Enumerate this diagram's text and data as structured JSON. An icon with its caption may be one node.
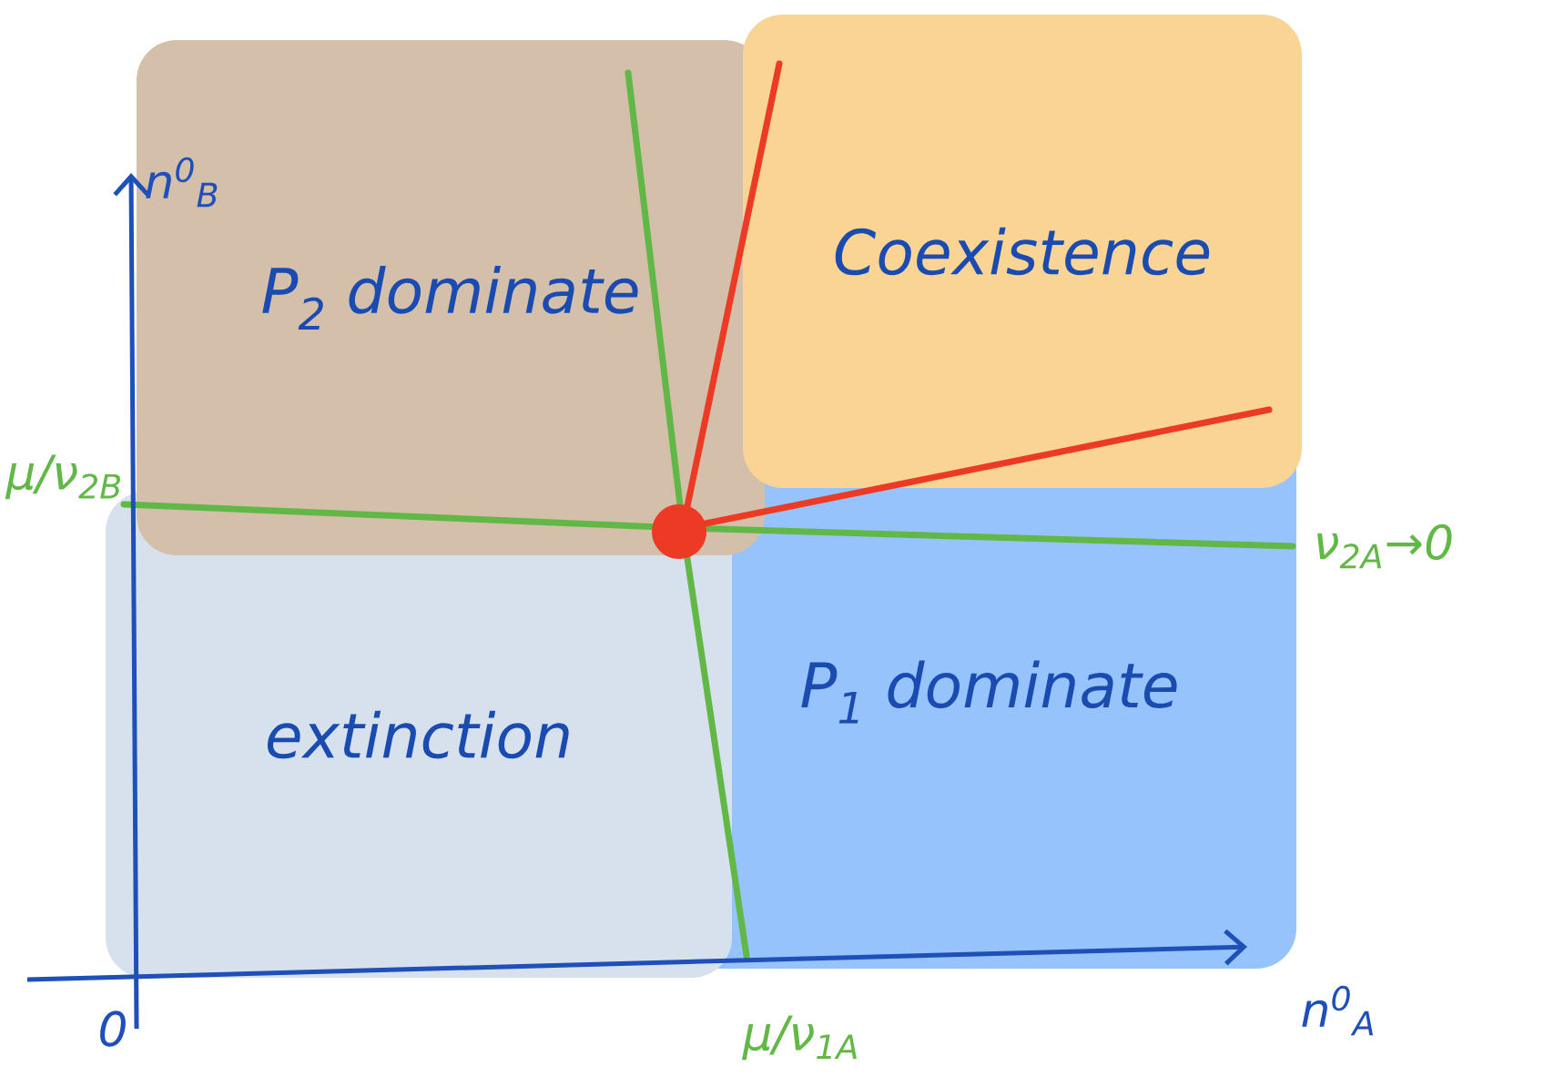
{
  "diagram": {
    "nodes": [
      {
        "text": [
          "P$_{2}$ dominate"
        ]
      },
      {
        "text": [
          "Coexistence"
        ]
      },
      {
        "text": [
          "extinction"
        ]
      },
      {
        "text": [
          "P$_{1}$ dominate"
        ]
      }
    ],
    "labels": [
      "μ/ν$_{2B}$",
      "n$^{0}$$_{B}$",
      "ν$_{2A}$→0",
      "0",
      "μ/ν$_{1A}$",
      "n$^{0}$$_{A}$"
    ]
  }
}
